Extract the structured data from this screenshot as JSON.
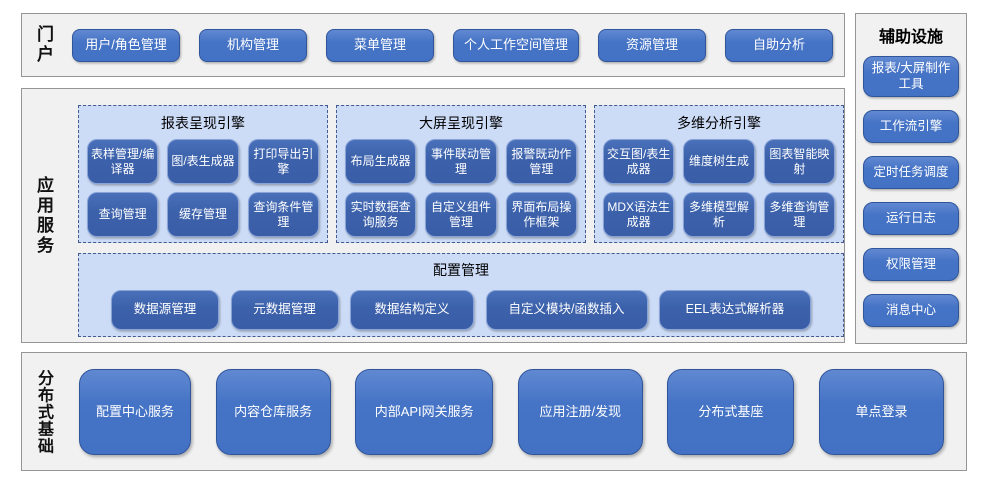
{
  "colors": {
    "button_blue": "#4472C4",
    "button_blue_dark": "#3C61AB",
    "container_light_blue": "#CCDBF6",
    "dashed_border_blue": "#44598F",
    "section_bg": "#F1F1F1",
    "section_border": "#959595",
    "button_text": "#FFFFFF"
  },
  "portal": {
    "label": "门户",
    "items": [
      "用户/角色管理",
      "机构管理",
      "菜单管理",
      "个人工作空间管理",
      "资源管理",
      "自助分析"
    ]
  },
  "app_services": {
    "label": "应用服务",
    "engines": [
      {
        "title": "报表呈现引擎",
        "buttons": [
          "表样管理/编译器",
          "图/表生成器",
          "打印导出引擎",
          "查询管理",
          "缓存管理",
          "查询条件管理"
        ]
      },
      {
        "title": "大屏呈现引擎",
        "buttons": [
          "布局生成器",
          "事件联动管理",
          "报警既动作管理",
          "实时数据查询服务",
          "自定义组件管理",
          "界面布局操作框架"
        ]
      },
      {
        "title": "多维分析引擎",
        "buttons": [
          "交互图/表生成器",
          "维度树生成",
          "图表智能映射",
          "MDX语法生成器",
          "多维模型解析",
          "多维查询管理"
        ]
      }
    ],
    "config": {
      "title": "配置管理",
      "items": [
        "数据源管理",
        "元数据管理",
        "数据结构定义",
        "自定义模块/函数插入",
        "EEL表达式解析器"
      ]
    }
  },
  "foundation": {
    "label": "分布式基础",
    "items": [
      "配置中心服务",
      "内容仓库服务",
      "内部API网关服务",
      "应用注册/发现",
      "分布式基座",
      "单点登录"
    ]
  },
  "auxiliary": {
    "title": "辅助设施",
    "items": [
      "报表/大屏制作工具",
      "工作流引擎",
      "定时任务调度",
      "运行日志",
      "权限管理",
      "消息中心"
    ]
  }
}
